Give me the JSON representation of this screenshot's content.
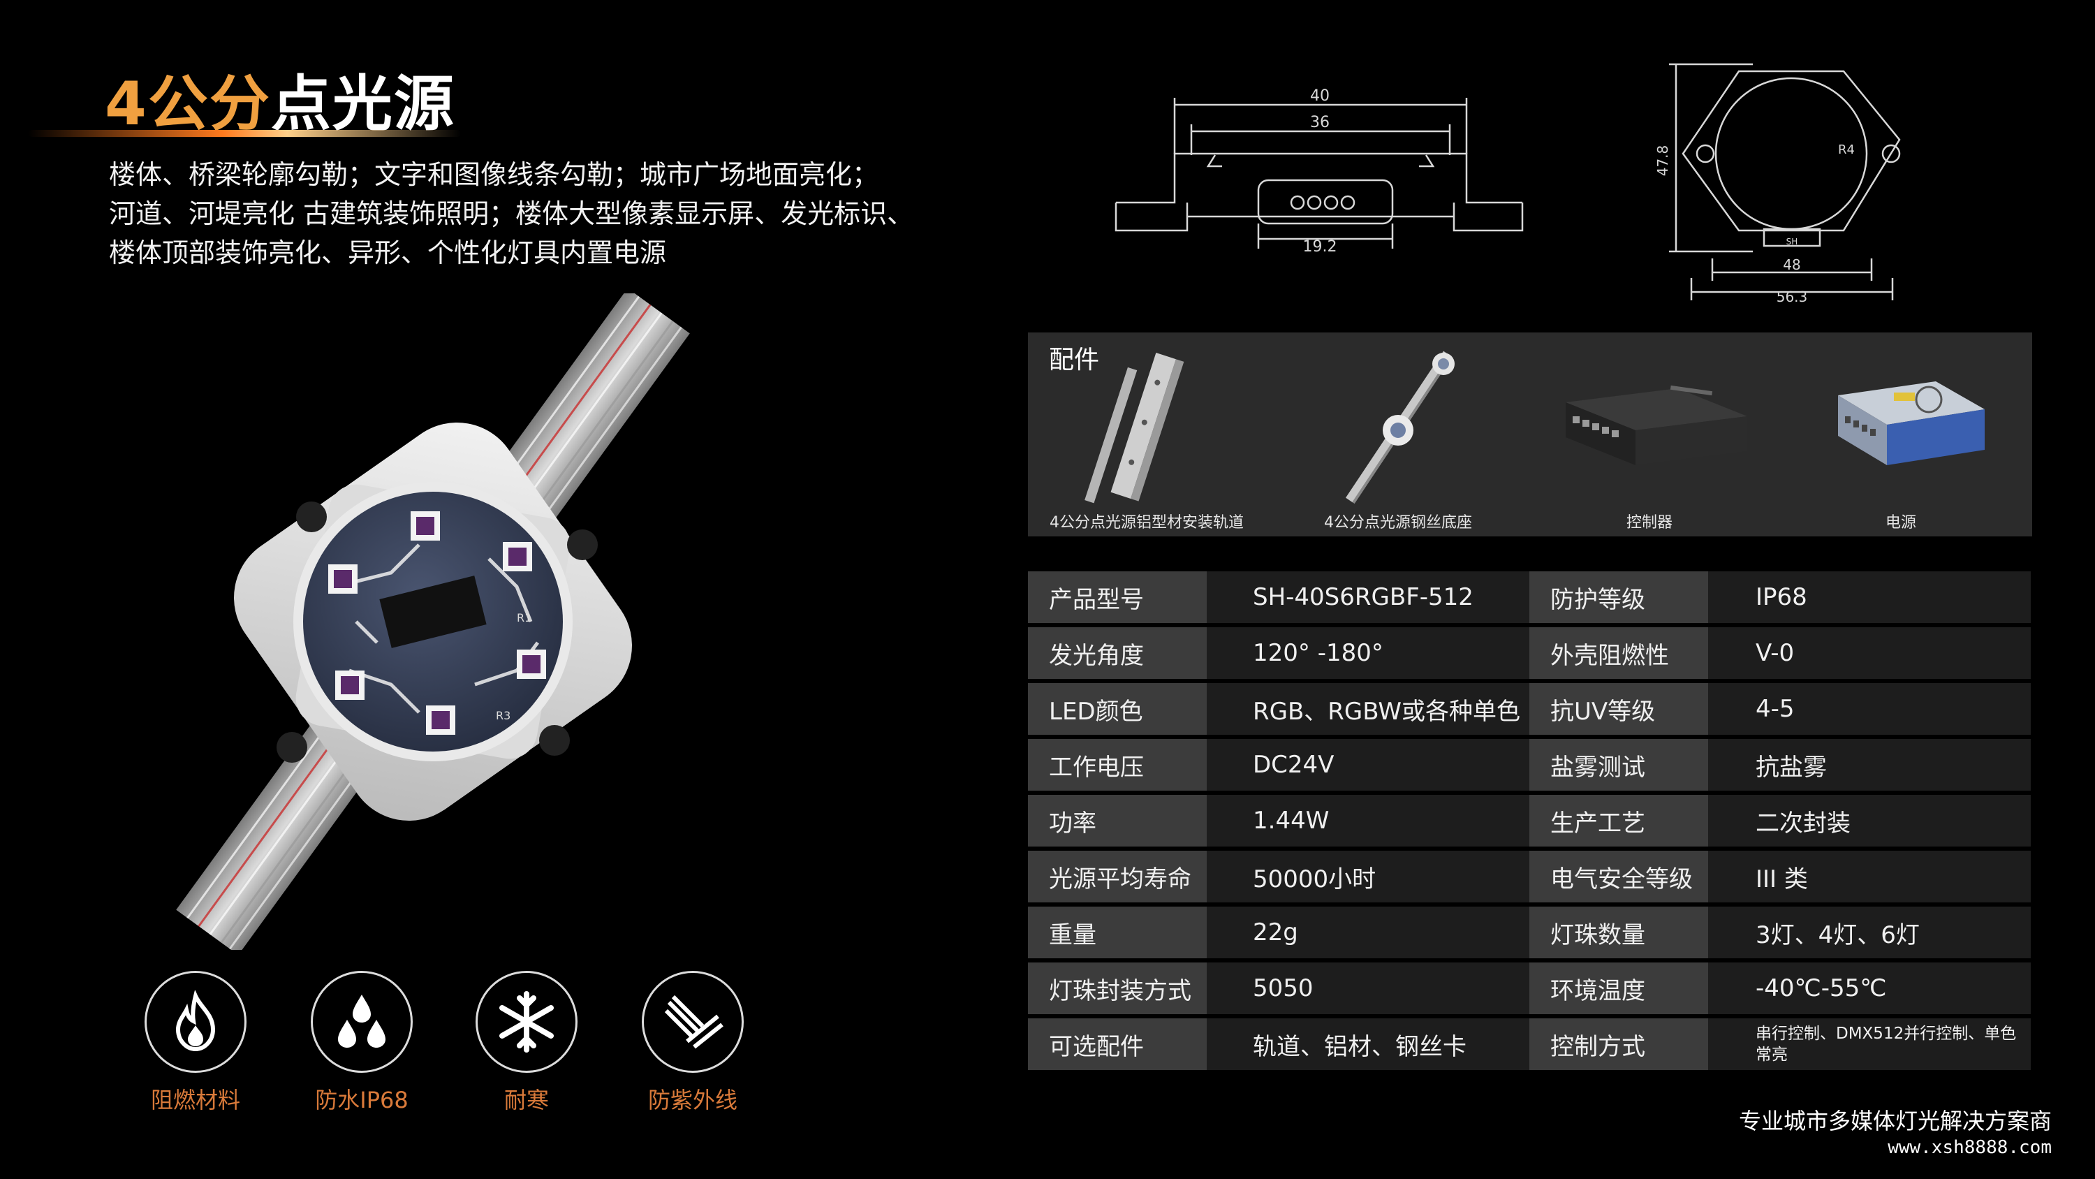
{
  "header": {
    "title_highlight": "4公分",
    "title_rest": "点光源",
    "description_lines": [
      "楼体、桥梁轮廓勾勒；文字和图像线条勾勒；城市广场地面亮化；",
      "河道、河堤亮化 古建筑装饰照明；楼体大型像素显示屏、发光标识、",
      "楼体顶部装饰亮化、异形、个性化灯具内置电源"
    ]
  },
  "product_labels": {
    "r1": "R1",
    "r3": "R3"
  },
  "features": [
    {
      "label": "阻燃材料",
      "icon": "flame-icon"
    },
    {
      "label": "防水IP68",
      "icon": "water-drops-icon"
    },
    {
      "label": "耐寒",
      "icon": "snowflake-icon"
    },
    {
      "label": "防紫外线",
      "icon": "uv-shield-icon"
    }
  ],
  "drawings": {
    "side": {
      "w40": "40",
      "w36": "36",
      "w19": "19.2"
    },
    "top": {
      "h": "47.8",
      "r": "R4",
      "w48": "48",
      "w56": "56.3",
      "mark": "SH"
    }
  },
  "accessories": {
    "title": "配件",
    "items": [
      {
        "label": "4公分点光源铝型材安装轨道"
      },
      {
        "label": "4公分点光源钢丝底座"
      },
      {
        "label": "控制器"
      },
      {
        "label": "电源"
      }
    ]
  },
  "spec_rows": [
    {
      "k1": "产品型号",
      "v1": "SH-40S6RGBF-512",
      "k2": "防护等级",
      "v2": "IP68"
    },
    {
      "k1": "发光角度",
      "v1": "120°  -180°",
      "k2": "外壳阻燃性",
      "v2": "V-0"
    },
    {
      "k1": "LED颜色",
      "v1": "RGB、RGBW或各种单色",
      "k2": "抗UV等级",
      "v2": "4-5"
    },
    {
      "k1": "工作电压",
      "v1": "DC24V",
      "k2": "盐雾测试",
      "v2": "抗盐雾"
    },
    {
      "k1": "功率",
      "v1": "1.44W",
      "k2": "生产工艺",
      "v2": "二次封装"
    },
    {
      "k1": "光源平均寿命",
      "v1": "50000小时",
      "k2": "电气安全等级",
      "v2": "III 类"
    },
    {
      "k1": "重量",
      "v1": "22g",
      "k2": "灯珠数量",
      "v2": "3灯、4灯、6灯"
    },
    {
      "k1": "灯珠封装方式",
      "v1": "5050",
      "k2": "环境温度",
      "v2": "-40℃-55℃"
    },
    {
      "k1": "可选配件",
      "v1": "轨道、铝材、钢丝卡",
      "k2": "控制方式",
      "v2": "串行控制、DMX512并行控制、单色常亮"
    }
  ],
  "footer": {
    "slogan": "专业城市多媒体灯光解决方案商",
    "website": "www.xsh8888.com"
  }
}
